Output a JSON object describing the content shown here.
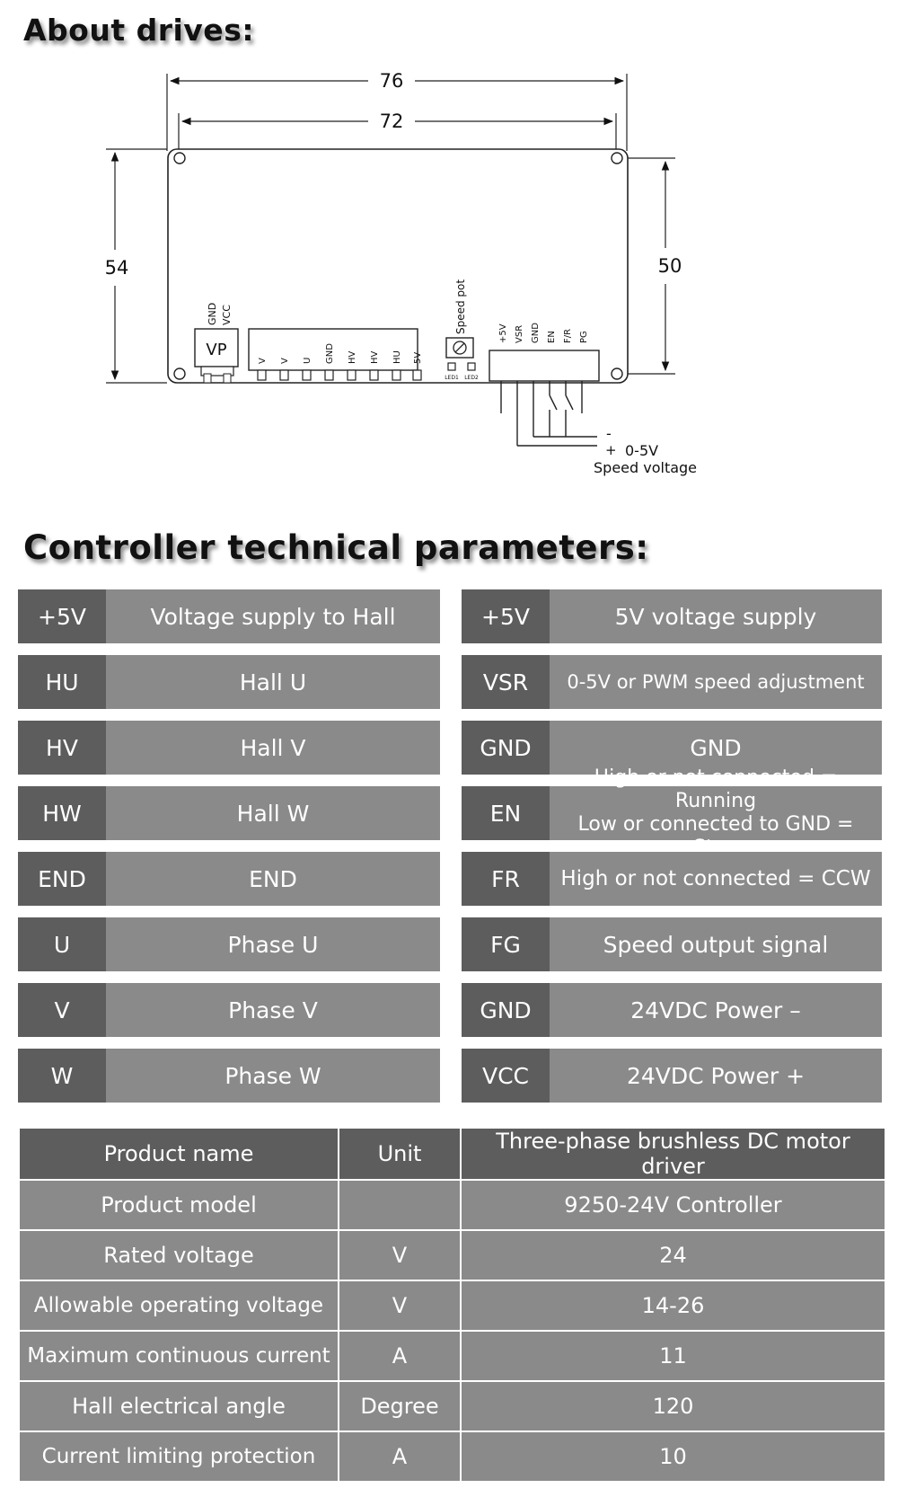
{
  "headings": {
    "drives": "About drives:",
    "parameters": "Controller technical parameters:"
  },
  "drawing": {
    "dims": {
      "outer_width": "76",
      "inner_width": "72",
      "outer_height": "54",
      "inner_height": "50"
    },
    "power_labels": [
      "GND",
      "VCC"
    ],
    "power_connector": "VP",
    "motor_pins": [
      "V",
      "V",
      "U",
      "GND",
      "HV",
      "HV",
      "HU",
      "5V"
    ],
    "speed_pot": "Speed pot",
    "leds": [
      "LED1",
      "LED2"
    ],
    "signal_pins": [
      "+5V",
      "VSR",
      "GND",
      "EN",
      "F/R",
      "PG"
    ],
    "wiring": {
      "minus": "-",
      "plus": "+",
      "range": "0-5V",
      "caption": "Speed voltage"
    }
  },
  "pins_left": [
    {
      "key": "+5V",
      "value": "Voltage supply to Hall"
    },
    {
      "key": "HU",
      "value": "Hall U"
    },
    {
      "key": "HV",
      "value": "Hall V"
    },
    {
      "key": "HW",
      "value": "Hall W"
    },
    {
      "key": "END",
      "value": "END"
    },
    {
      "key": "U",
      "value": "Phase U"
    },
    {
      "key": "V",
      "value": "Phase V"
    },
    {
      "key": "W",
      "value": "Phase W"
    }
  ],
  "pins_right": [
    {
      "key": "+5V",
      "value": "5V voltage supply"
    },
    {
      "key": "VSR",
      "value": "0-5V or PWM speed adjustment"
    },
    {
      "key": "GND",
      "value": "GND"
    },
    {
      "key": "EN",
      "value_line1": "High or not connected = Running",
      "value_line2": "Low or connected to GND = Stop"
    },
    {
      "key": "FR",
      "value": "High or not connected = CCW"
    },
    {
      "key": "FG",
      "value": "Speed output signal"
    },
    {
      "key": "GND",
      "value": "24VDC Power –"
    },
    {
      "key": "VCC",
      "value": "24VDC Power +"
    }
  ],
  "spec_table": {
    "header": [
      "Product name",
      "Unit",
      "Three-phase brushless DC motor driver"
    ],
    "rows": [
      [
        "Product model",
        "",
        "9250-24V Controller"
      ],
      [
        "Rated voltage",
        "V",
        "24"
      ],
      [
        "Allowable operating voltage",
        "V",
        "14-26"
      ],
      [
        "Maximum continuous current",
        "A",
        "11"
      ],
      [
        "Hall electrical angle",
        "Degree",
        "120"
      ],
      [
        "Current limiting protection",
        "A",
        "10"
      ]
    ]
  }
}
